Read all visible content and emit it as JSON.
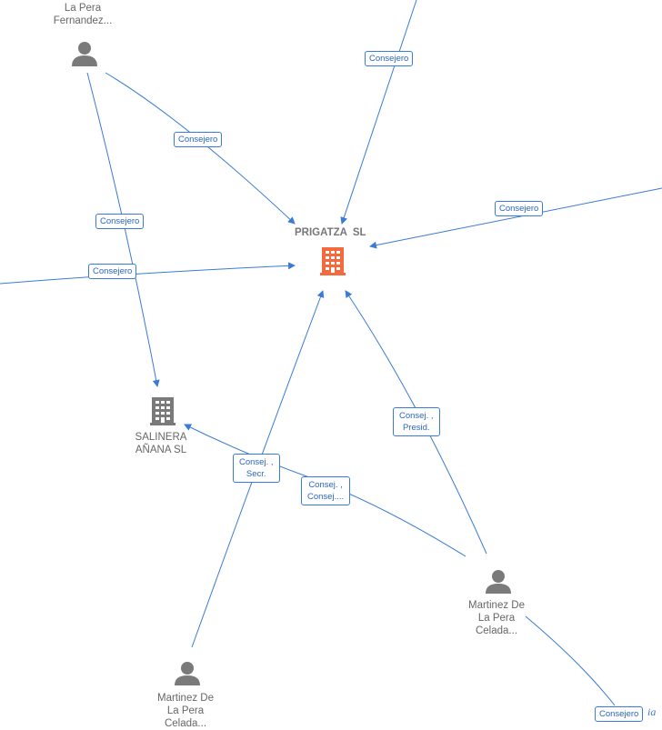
{
  "colors": {
    "edge": "#3a7bd5",
    "person": "#7a7a7a",
    "company_main": "#f26a3d",
    "company_other": "#7a7a7a"
  },
  "nodes": {
    "prigatza": {
      "name": "PRIGATZA  SL",
      "icon": "building-icon"
    },
    "salinera": {
      "line1": "SALINERA",
      "line2": "AÑANA SL",
      "icon": "building-icon"
    },
    "person_top": {
      "line1": "La Pera",
      "line2": "Fernandez...",
      "icon": "person-icon"
    },
    "person_right": {
      "line1": "Martinez De",
      "line2": "La Pera",
      "line3": "Celada...",
      "icon": "person-icon"
    },
    "person_bottom": {
      "line1": "Martinez De",
      "line2": "La Pera",
      "line3": "Celada...",
      "icon": "person-icon"
    }
  },
  "edge_labels": {
    "e1": "Consejero",
    "e2": "Consejero",
    "e3": "Consejero",
    "e4": "Consejero",
    "e5": "Consejero",
    "e6_line1": "Consej. ,",
    "e6_line2": "Presid.",
    "e7_line1": "Consej. ,",
    "e7_line2": "Secr.",
    "e8_line1": "Consej. ,",
    "e8_line2": "Consej....",
    "e9": "Consejero"
  },
  "watermark": "ia"
}
